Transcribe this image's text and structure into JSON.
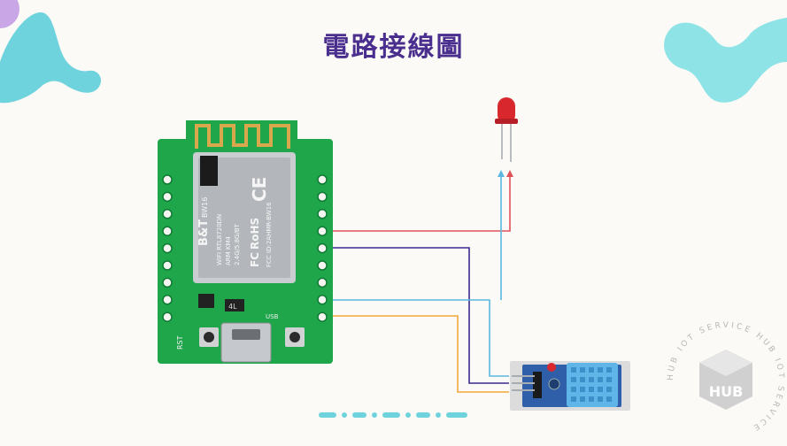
{
  "title": "電路接線圖",
  "colors": {
    "title": "#4b2f8f",
    "blob_purple": "#c9a6e6",
    "blob_teal": "#6fd3dd",
    "blob_cyan": "#8ee3e6",
    "pcb_green": "#1fa64a",
    "wire_red": "#e0535b",
    "wire_purple": "#3b2a8c",
    "wire_blue": "#5bb7e0",
    "wire_orange": "#f3a73b",
    "sensor_blue": "#5fb4e8",
    "dash": "#6fd3dd"
  },
  "board": {
    "module_brand": "B&T",
    "module_model": "BW16",
    "module_lines": [
      "WIFI RTL8720DN",
      "ARM KM4",
      "2.4G/5.8G/BT"
    ],
    "fcc_mark": "FC",
    "rohs": "RoHS",
    "fcc_id": "FCC ID:2AHMR-BW16",
    "ce": "CE",
    "rst": "RST",
    "usb": "USB",
    "chip_id": "4L"
  },
  "brand_badge": {
    "ring_text": "HUB IOT SERVICE HUB IOT SERVICE ",
    "letters": "HUB"
  }
}
